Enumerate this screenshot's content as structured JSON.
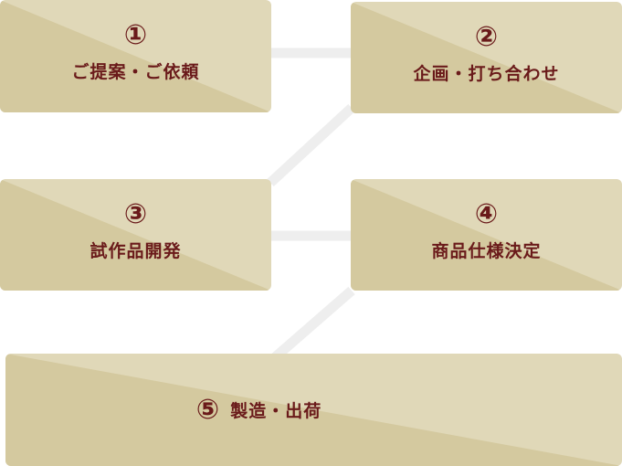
{
  "colors": {
    "box_light": "#e0d8b8",
    "box_dark": "#d4c99f",
    "connector": "#eeeeee",
    "text": "#6a1a1a"
  },
  "steps": [
    {
      "number": "①",
      "label": "ご提案・ご依頼"
    },
    {
      "number": "②",
      "label": "企画・打ち合わせ"
    },
    {
      "number": "③",
      "label": "試作品開発"
    },
    {
      "number": "④",
      "label": "商品仕様決定"
    },
    {
      "number": "⑤",
      "label": "製造・出荷"
    }
  ]
}
